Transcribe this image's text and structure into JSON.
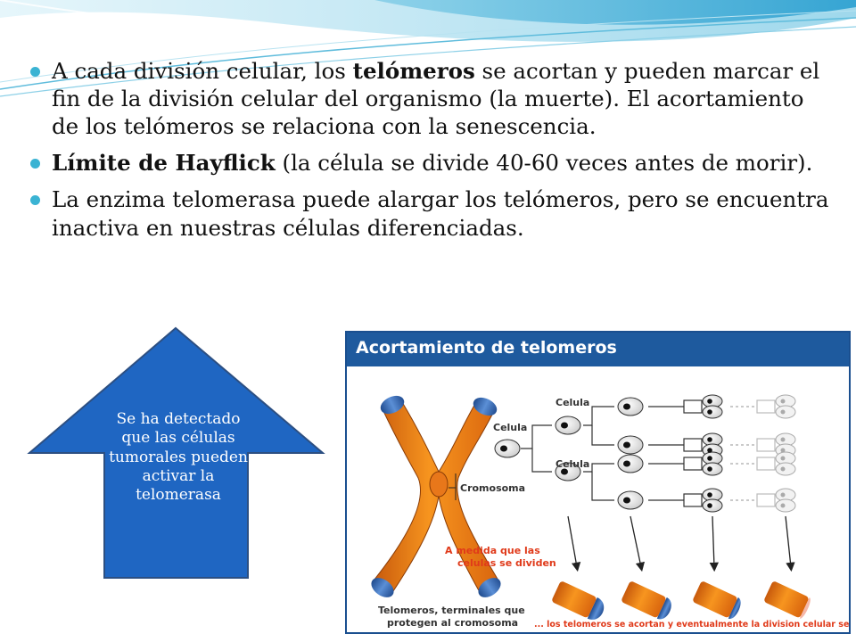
{
  "bullets": [
    {
      "pre": "A cada división celular, los ",
      "bold": "telómeros",
      "post": " se acortan y pueden marcar el fin de la división celular del organismo (la muerte). El acortamiento de los telómeros se relaciona con la senescencia."
    },
    {
      "pre": "",
      "bold": "Límite de Hayflick",
      "post": " (la célula se divide 40-60 veces antes de morir)."
    },
    {
      "pre": "",
      "bold": "",
      "post": "La enzima telomerasa puede alargar los telómeros, pero se encuentra inactiva en nuestras células diferenciadas."
    }
  ],
  "arrow_text": "Se ha detectado que las células tumorales pueden activar la telomerasa",
  "figure": {
    "title": "Acortamiento de telomeros",
    "label_celula_root": "Celula",
    "label_celula_top": "Celula",
    "label_celula_bottom": "Celula",
    "label_cromosoma": "Cromosoma",
    "label_medida_1": "A    medida   que    las",
    "label_medida_2": "celulas se dividen",
    "label_telomeros_1": "Telomeros, terminales que",
    "label_telomeros_2": "protegen al cromosoma",
    "label_bottom": "... los telomeros se acortan y eventualmente la division celular se detiene"
  },
  "colors": {
    "bullet": "#3ab3d3",
    "arrow_fill": "#1f66c2",
    "figure_header": "#1e5a9e",
    "chromosome_orange": "#f07b16",
    "telomere_blue": "#2f5fa8",
    "label_red": "#e03a1a"
  }
}
